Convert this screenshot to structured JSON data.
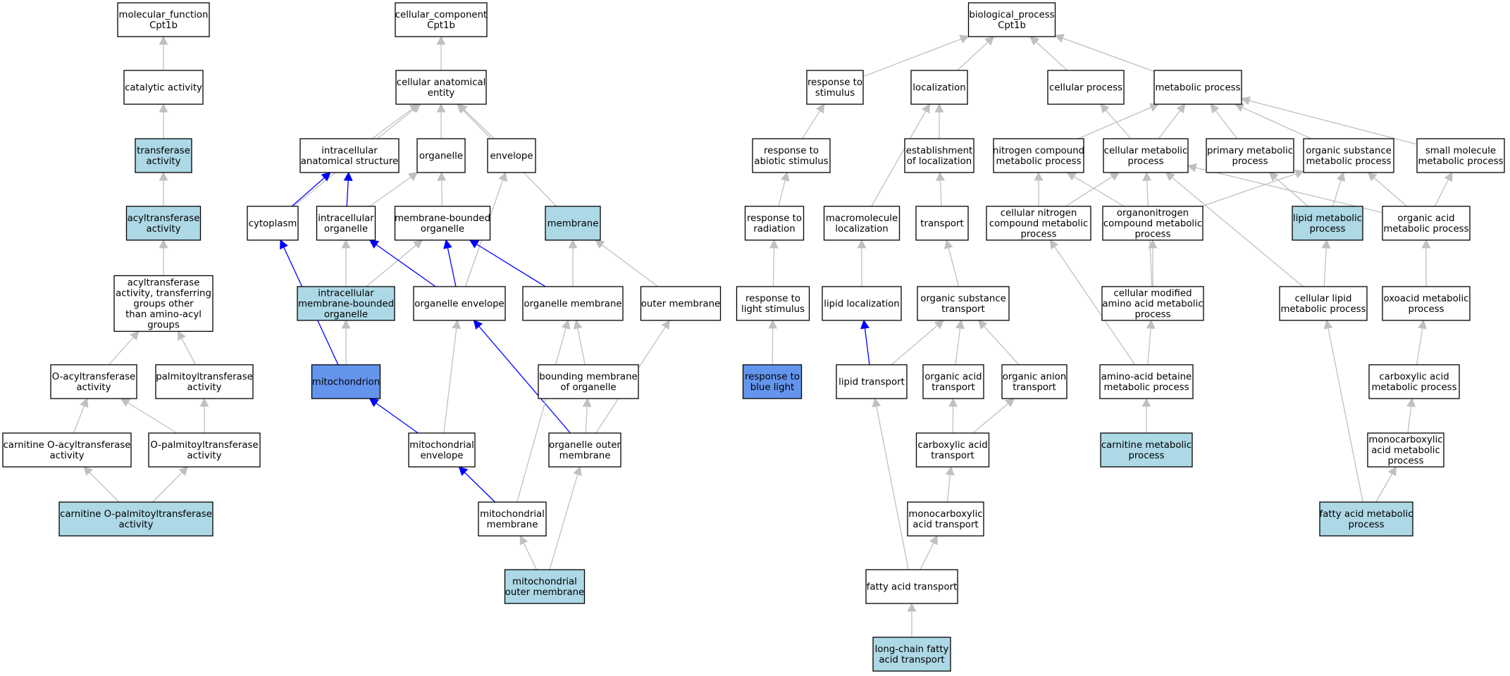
{
  "colors": {
    "default_fill": "#ffffff",
    "highlight_fill": "#add8e6",
    "strong_fill": "#6495ed",
    "gray_edge": "#c0c0c0",
    "blue_edge": "#0000ff",
    "border": "#000000"
  },
  "nodes": [
    {
      "id": "mf",
      "lines": [
        "molecular_function",
        "Cpt1b"
      ],
      "fill": "default"
    },
    {
      "id": "catalytic",
      "lines": [
        "catalytic activity"
      ],
      "fill": "default"
    },
    {
      "id": "transferase",
      "lines": [
        "transferase",
        "activity"
      ],
      "fill": "highlight"
    },
    {
      "id": "acyltransferase",
      "lines": [
        "acyltransferase",
        "activity"
      ],
      "fill": "highlight"
    },
    {
      "id": "acyl_other",
      "lines": [
        "acyltransferase",
        "activity, transferring",
        "groups other",
        "than amino-acyl",
        "groups"
      ],
      "fill": "default"
    },
    {
      "id": "o_acyl",
      "lines": [
        "O-acyltransferase",
        "activity"
      ],
      "fill": "default"
    },
    {
      "id": "palmitoyl",
      "lines": [
        "palmitoyltransferase",
        "activity"
      ],
      "fill": "default"
    },
    {
      "id": "carnitine_o_acyl",
      "lines": [
        "carnitine O-acyltransferase",
        "activity"
      ],
      "fill": "default"
    },
    {
      "id": "o_palmitoyl",
      "lines": [
        "O-palmitoyltransferase",
        "activity"
      ],
      "fill": "default"
    },
    {
      "id": "cpt",
      "lines": [
        "carnitine O-palmitoyltransferase",
        "activity"
      ],
      "fill": "highlight"
    },
    {
      "id": "cc",
      "lines": [
        "cellular_component",
        "Cpt1b"
      ],
      "fill": "default"
    },
    {
      "id": "cae",
      "lines": [
        "cellular anatomical",
        "entity"
      ],
      "fill": "default"
    },
    {
      "id": "ias",
      "lines": [
        "intracellular",
        "anatomical structure"
      ],
      "fill": "default"
    },
    {
      "id": "organelle",
      "lines": [
        "organelle"
      ],
      "fill": "default"
    },
    {
      "id": "envelope",
      "lines": [
        "envelope"
      ],
      "fill": "default"
    },
    {
      "id": "cytoplasm",
      "lines": [
        "cytoplasm"
      ],
      "fill": "default"
    },
    {
      "id": "io",
      "lines": [
        "intracellular",
        "organelle"
      ],
      "fill": "default"
    },
    {
      "id": "mbo",
      "lines": [
        "membrane-bounded",
        "organelle"
      ],
      "fill": "default"
    },
    {
      "id": "membrane",
      "lines": [
        "membrane"
      ],
      "fill": "highlight"
    },
    {
      "id": "imbo",
      "lines": [
        "intracellular",
        "membrane-bounded",
        "organelle"
      ],
      "fill": "highlight"
    },
    {
      "id": "oenv",
      "lines": [
        "organelle envelope"
      ],
      "fill": "default"
    },
    {
      "id": "omem",
      "lines": [
        "organelle membrane"
      ],
      "fill": "default"
    },
    {
      "id": "outermem",
      "lines": [
        "outer membrane"
      ],
      "fill": "default"
    },
    {
      "id": "mito",
      "lines": [
        "mitochondrion"
      ],
      "fill": "strong"
    },
    {
      "id": "bmo",
      "lines": [
        "bounding membrane",
        "of organelle"
      ],
      "fill": "default"
    },
    {
      "id": "menv",
      "lines": [
        "mitochondrial",
        "envelope"
      ],
      "fill": "default"
    },
    {
      "id": "oom",
      "lines": [
        "organelle outer",
        "membrane"
      ],
      "fill": "default"
    },
    {
      "id": "mmem",
      "lines": [
        "mitochondrial",
        "membrane"
      ],
      "fill": "default"
    },
    {
      "id": "mom",
      "lines": [
        "mitochondrial",
        "outer membrane"
      ],
      "fill": "highlight"
    },
    {
      "id": "bp",
      "lines": [
        "biological_process",
        "Cpt1b"
      ],
      "fill": "default"
    },
    {
      "id": "rts",
      "lines": [
        "response to",
        "stimulus"
      ],
      "fill": "default"
    },
    {
      "id": "loc",
      "lines": [
        "localization"
      ],
      "fill": "default"
    },
    {
      "id": "cellproc",
      "lines": [
        "cellular process"
      ],
      "fill": "default"
    },
    {
      "id": "metproc",
      "lines": [
        "metabolic process"
      ],
      "fill": "default"
    },
    {
      "id": "ras",
      "lines": [
        "response to",
        "abiotic stimulus"
      ],
      "fill": "default"
    },
    {
      "id": "eol",
      "lines": [
        "establishment",
        "of localization"
      ],
      "fill": "default"
    },
    {
      "id": "ncmp",
      "lines": [
        "nitrogen compound",
        "metabolic process"
      ],
      "fill": "default"
    },
    {
      "id": "cmp",
      "lines": [
        "cellular metabolic",
        "process"
      ],
      "fill": "default"
    },
    {
      "id": "pmp",
      "lines": [
        "primary metabolic",
        "process"
      ],
      "fill": "default"
    },
    {
      "id": "osmp",
      "lines": [
        "organic substance",
        "metabolic process"
      ],
      "fill": "default"
    },
    {
      "id": "smmp",
      "lines": [
        "small molecule",
        "metabolic process"
      ],
      "fill": "default"
    },
    {
      "id": "rtr",
      "lines": [
        "response to",
        "radiation"
      ],
      "fill": "default"
    },
    {
      "id": "ml",
      "lines": [
        "macromolecule",
        "localization"
      ],
      "fill": "default"
    },
    {
      "id": "transport",
      "lines": [
        "transport"
      ],
      "fill": "default"
    },
    {
      "id": "cncmp",
      "lines": [
        "cellular nitrogen",
        "compound metabolic",
        "process"
      ],
      "fill": "default"
    },
    {
      "id": "oncmp",
      "lines": [
        "organonitrogen",
        "compound metabolic",
        "process"
      ],
      "fill": "default"
    },
    {
      "id": "lmp",
      "lines": [
        "lipid metabolic",
        "process"
      ],
      "fill": "highlight"
    },
    {
      "id": "oamp",
      "lines": [
        "organic acid",
        "metabolic process"
      ],
      "fill": "default"
    },
    {
      "id": "rtls",
      "lines": [
        "response to",
        "light stimulus"
      ],
      "fill": "default"
    },
    {
      "id": "lloc",
      "lines": [
        "lipid localization"
      ],
      "fill": "default"
    },
    {
      "id": "ost",
      "lines": [
        "organic substance",
        "transport"
      ],
      "fill": "default"
    },
    {
      "id": "cmaamp",
      "lines": [
        "cellular modified",
        "amino acid metabolic",
        "process"
      ],
      "fill": "default"
    },
    {
      "id": "clmp",
      "lines": [
        "cellular lipid",
        "metabolic process"
      ],
      "fill": "default"
    },
    {
      "id": "oxmp",
      "lines": [
        "oxoacid metabolic",
        "process"
      ],
      "fill": "default"
    },
    {
      "id": "rtbl",
      "lines": [
        "response to",
        "blue light"
      ],
      "fill": "strong"
    },
    {
      "id": "lt",
      "lines": [
        "lipid transport"
      ],
      "fill": "default"
    },
    {
      "id": "oat",
      "lines": [
        "organic acid",
        "transport"
      ],
      "fill": "default"
    },
    {
      "id": "oant",
      "lines": [
        "organic anion",
        "transport"
      ],
      "fill": "default"
    },
    {
      "id": "aabmp",
      "lines": [
        "amino-acid betaine",
        "metabolic process"
      ],
      "fill": "default"
    },
    {
      "id": "camp",
      "lines": [
        "carboxylic acid",
        "metabolic process"
      ],
      "fill": "default"
    },
    {
      "id": "cat",
      "lines": [
        "carboxylic acid",
        "transport"
      ],
      "fill": "default"
    },
    {
      "id": "carnmp",
      "lines": [
        "carnitine metabolic",
        "process"
      ],
      "fill": "highlight"
    },
    {
      "id": "mcamp",
      "lines": [
        "monocarboxylic",
        "acid metabolic",
        "process"
      ],
      "fill": "default"
    },
    {
      "id": "mcat",
      "lines": [
        "monocarboxylic",
        "acid transport"
      ],
      "fill": "default"
    },
    {
      "id": "famp",
      "lines": [
        "fatty acid metabolic",
        "process"
      ],
      "fill": "highlight"
    },
    {
      "id": "fat",
      "lines": [
        "fatty acid transport"
      ],
      "fill": "default"
    },
    {
      "id": "lcfat",
      "lines": [
        "long-chain fatty",
        "acid transport"
      ],
      "fill": "highlight"
    }
  ],
  "edges": [
    {
      "from": "catalytic",
      "to": "mf",
      "color": "gray"
    },
    {
      "from": "transferase",
      "to": "catalytic",
      "color": "gray"
    },
    {
      "from": "acyltransferase",
      "to": "transferase",
      "color": "gray"
    },
    {
      "from": "acyl_other",
      "to": "acyltransferase",
      "color": "gray"
    },
    {
      "from": "o_acyl",
      "to": "acyl_other",
      "color": "gray"
    },
    {
      "from": "palmitoyl",
      "to": "acyl_other",
      "color": "gray"
    },
    {
      "from": "carnitine_o_acyl",
      "to": "o_acyl",
      "color": "gray"
    },
    {
      "from": "o_palmitoyl",
      "to": "o_acyl",
      "color": "gray"
    },
    {
      "from": "o_palmitoyl",
      "to": "palmitoyl",
      "color": "gray"
    },
    {
      "from": "cpt",
      "to": "carnitine_o_acyl",
      "color": "gray"
    },
    {
      "from": "cpt",
      "to": "o_palmitoyl",
      "color": "gray"
    },
    {
      "from": "cae",
      "to": "cc",
      "color": "gray"
    },
    {
      "from": "ias",
      "to": "cae",
      "color": "gray"
    },
    {
      "from": "organelle",
      "to": "cae",
      "color": "gray"
    },
    {
      "from": "envelope",
      "to": "cae",
      "color": "gray"
    },
    {
      "from": "cytoplasm",
      "to": "cae",
      "color": "gray"
    },
    {
      "from": "membrane",
      "to": "cae",
      "color": "gray"
    },
    {
      "from": "cytoplasm",
      "to": "ias",
      "color": "blue"
    },
    {
      "from": "io",
      "to": "ias",
      "color": "blue"
    },
    {
      "from": "io",
      "to": "organelle",
      "color": "gray"
    },
    {
      "from": "mbo",
      "to": "organelle",
      "color": "gray"
    },
    {
      "from": "imbo",
      "to": "io",
      "color": "gray"
    },
    {
      "from": "imbo",
      "to": "mbo",
      "color": "gray"
    },
    {
      "from": "oenv",
      "to": "io",
      "color": "blue"
    },
    {
      "from": "oenv",
      "to": "mbo",
      "color": "blue"
    },
    {
      "from": "oenv",
      "to": "envelope",
      "color": "gray"
    },
    {
      "from": "omem",
      "to": "mbo",
      "color": "blue"
    },
    {
      "from": "omem",
      "to": "membrane",
      "color": "gray"
    },
    {
      "from": "outermem",
      "to": "membrane",
      "color": "gray"
    },
    {
      "from": "mito",
      "to": "cytoplasm",
      "color": "blue"
    },
    {
      "from": "mito",
      "to": "imbo",
      "color": "gray"
    },
    {
      "from": "bmo",
      "to": "omem",
      "color": "gray"
    },
    {
      "from": "menv",
      "to": "mito",
      "color": "blue"
    },
    {
      "from": "menv",
      "to": "oenv",
      "color": "gray"
    },
    {
      "from": "oom",
      "to": "oenv",
      "color": "blue"
    },
    {
      "from": "oom",
      "to": "bmo",
      "color": "gray"
    },
    {
      "from": "oom",
      "to": "outermem",
      "color": "gray"
    },
    {
      "from": "mmem",
      "to": "menv",
      "color": "blue"
    },
    {
      "from": "mmem",
      "to": "omem",
      "color": "gray"
    },
    {
      "from": "mom",
      "to": "mmem",
      "color": "gray"
    },
    {
      "from": "mom",
      "to": "oom",
      "color": "gray"
    },
    {
      "from": "rts",
      "to": "bp",
      "color": "gray"
    },
    {
      "from": "loc",
      "to": "bp",
      "color": "gray"
    },
    {
      "from": "cellproc",
      "to": "bp",
      "color": "gray"
    },
    {
      "from": "metproc",
      "to": "bp",
      "color": "gray"
    },
    {
      "from": "ras",
      "to": "rts",
      "color": "gray"
    },
    {
      "from": "eol",
      "to": "loc",
      "color": "gray"
    },
    {
      "from": "ml",
      "to": "loc",
      "color": "gray"
    },
    {
      "from": "ncmp",
      "to": "metproc",
      "color": "gray"
    },
    {
      "from": "cmp",
      "to": "metproc",
      "color": "gray"
    },
    {
      "from": "cmp",
      "to": "cellproc",
      "color": "gray"
    },
    {
      "from": "pmp",
      "to": "metproc",
      "color": "gray"
    },
    {
      "from": "osmp",
      "to": "metproc",
      "color": "gray"
    },
    {
      "from": "smmp",
      "to": "metproc",
      "color": "gray"
    },
    {
      "from": "rtr",
      "to": "ras",
      "color": "gray"
    },
    {
      "from": "transport",
      "to": "eol",
      "color": "gray"
    },
    {
      "from": "cncmp",
      "to": "ncmp",
      "color": "gray"
    },
    {
      "from": "cncmp",
      "to": "cmp",
      "color": "gray"
    },
    {
      "from": "oncmp",
      "to": "ncmp",
      "color": "gray"
    },
    {
      "from": "oncmp",
      "to": "osmp",
      "color": "gray"
    },
    {
      "from": "lmp",
      "to": "pmp",
      "color": "gray"
    },
    {
      "from": "lmp",
      "to": "osmp",
      "color": "gray"
    },
    {
      "from": "oamp",
      "to": "osmp",
      "color": "gray"
    },
    {
      "from": "oamp",
      "to": "smmp",
      "color": "gray"
    },
    {
      "from": "oamp",
      "to": "cmp",
      "color": "gray"
    },
    {
      "from": "rtls",
      "to": "rtr",
      "color": "gray"
    },
    {
      "from": "lloc",
      "to": "ml",
      "color": "gray"
    },
    {
      "from": "ost",
      "to": "transport",
      "color": "gray"
    },
    {
      "from": "cmaamp",
      "to": "oncmp",
      "color": "gray"
    },
    {
      "from": "cmaamp",
      "to": "cmp",
      "color": "gray"
    },
    {
      "from": "clmp",
      "to": "lmp",
      "color": "gray"
    },
    {
      "from": "clmp",
      "to": "cmp",
      "color": "gray"
    },
    {
      "from": "oxmp",
      "to": "oamp",
      "color": "gray"
    },
    {
      "from": "rtbl",
      "to": "rtls",
      "color": "gray"
    },
    {
      "from": "lt",
      "to": "lloc",
      "color": "blue"
    },
    {
      "from": "lt",
      "to": "ost",
      "color": "gray"
    },
    {
      "from": "oat",
      "to": "ost",
      "color": "gray"
    },
    {
      "from": "oant",
      "to": "ost",
      "color": "gray"
    },
    {
      "from": "aabmp",
      "to": "cmaamp",
      "color": "gray"
    },
    {
      "from": "aabmp",
      "to": "cncmp",
      "color": "gray"
    },
    {
      "from": "camp",
      "to": "oxmp",
      "color": "gray"
    },
    {
      "from": "cat",
      "to": "oat",
      "color": "gray"
    },
    {
      "from": "cat",
      "to": "oant",
      "color": "gray"
    },
    {
      "from": "carnmp",
      "to": "aabmp",
      "color": "gray"
    },
    {
      "from": "mcamp",
      "to": "camp",
      "color": "gray"
    },
    {
      "from": "mcat",
      "to": "cat",
      "color": "gray"
    },
    {
      "from": "famp",
      "to": "mcamp",
      "color": "gray"
    },
    {
      "from": "famp",
      "to": "clmp",
      "color": "gray"
    },
    {
      "from": "fat",
      "to": "mcat",
      "color": "gray"
    },
    {
      "from": "fat",
      "to": "lt",
      "color": "gray"
    },
    {
      "from": "lcfat",
      "to": "fat",
      "color": "gray"
    }
  ]
}
